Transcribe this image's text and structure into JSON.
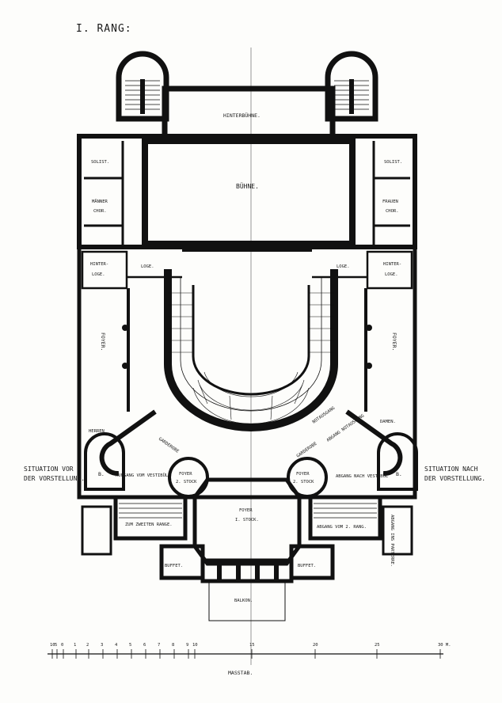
{
  "title": "I. RANG:",
  "rooms": {
    "hinterbuehne": "HINTERBÜHNE.",
    "buehne": "BÜHNE.",
    "solist_left": "SOLIST.",
    "solist_right": "SOLIST.",
    "maennerchor_1": "MÄNNER",
    "maennerchor_2": "CHOR.",
    "frauenchor_1": "FRAUEN",
    "frauenchor_2": "CHOR.",
    "hinterloge_left_1": "HINTER-",
    "hinterloge_left_2": "LOGE.",
    "hinterloge_right_1": "HINTER-",
    "hinterloge_right_2": "LOGE.",
    "loge_left": "LOGE.",
    "loge_right": "LOGE.",
    "foyer_left": "FOYER.",
    "foyer_right": "FOYER.",
    "herren": "HERREN",
    "damen": "DAMEN.",
    "b_left": "B.",
    "b_right": "B.",
    "garderobe_left": "GARDEROBE",
    "garderobe_right": "GARDEROBE",
    "notausgang": "NOTAUSGANG",
    "aufgang_vom_vestibul": "AUFGANG VOM VESTIBÜL",
    "abgang_nach_vestibul": "ABGANG NACH VESTIBÜL",
    "abgang_notausgang": "ABGANG NOTAUSGANG",
    "foyer_2stock_left_1": "FOYER",
    "foyer_2stock_left_2": "2. STOCK",
    "foyer_2stock_right_1": "FOYER",
    "foyer_2stock_right_2": "2. STOCK",
    "foyer_center_1": "FOYER",
    "foyer_center_2": "I. STOCK.",
    "zum_zweiten_range": "ZUM ZWEITEN RANGE.",
    "abgang_vom_2_rang": "ABGANG VOM 2. RANG.",
    "abgang_ins_parterre": "ABGANG INS PARTERRE.",
    "buffet_left": "BUFFET.",
    "buffet_right": "BUFFET.",
    "balkon": "BALKON."
  },
  "situation_vor": [
    "SITUATION VOR",
    "DER VORSTELLUNG."
  ],
  "situation_nach": [
    "SITUATION NACH",
    "DER VORSTELLUNG."
  ],
  "scale": {
    "ticks": [
      "10",
      "5",
      "0",
      "1",
      "2",
      "3",
      "4",
      "5",
      "6",
      "7",
      "8",
      "9",
      "10",
      "15",
      "20",
      "25",
      "30 M."
    ],
    "label": "MASSTAB."
  }
}
